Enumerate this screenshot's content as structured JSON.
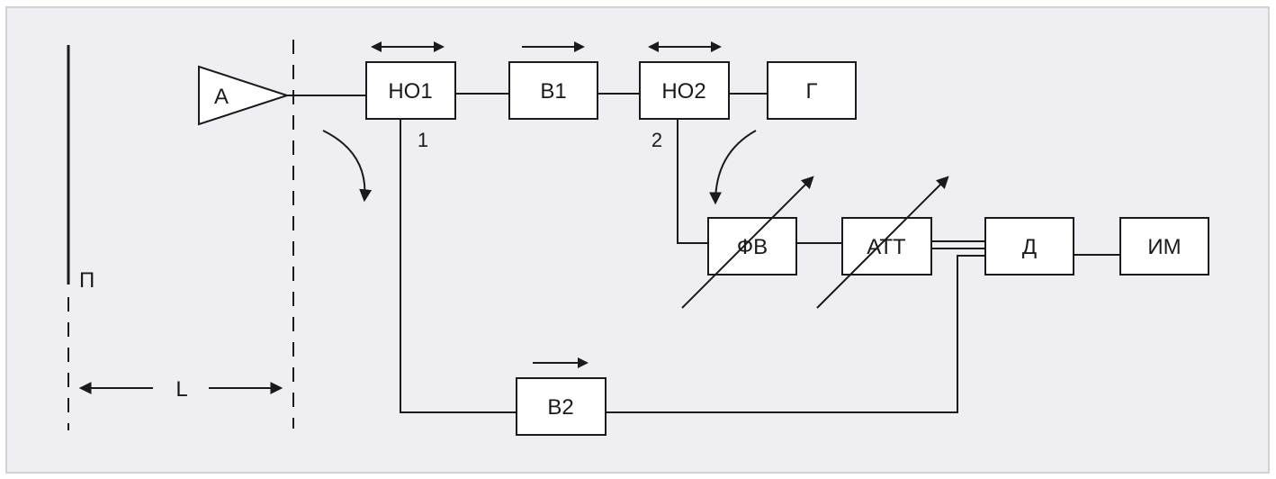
{
  "colors": {
    "background": "#efeef3",
    "frame": "#d2d2d6",
    "line": "#1a1a1a",
    "block_fill": "#ffffff"
  },
  "diagram": {
    "antenna_label": "А",
    "blocks": {
      "ho1": "НО1",
      "v1": "В1",
      "ho2": "НО2",
      "g": "Г",
      "fv": "ФВ",
      "att": "АТТ",
      "d": "Д",
      "im": "ИМ",
      "v2": "В2"
    },
    "port_1": "1",
    "port_2": "2",
    "plane_label": "П",
    "distance_label": "L"
  }
}
